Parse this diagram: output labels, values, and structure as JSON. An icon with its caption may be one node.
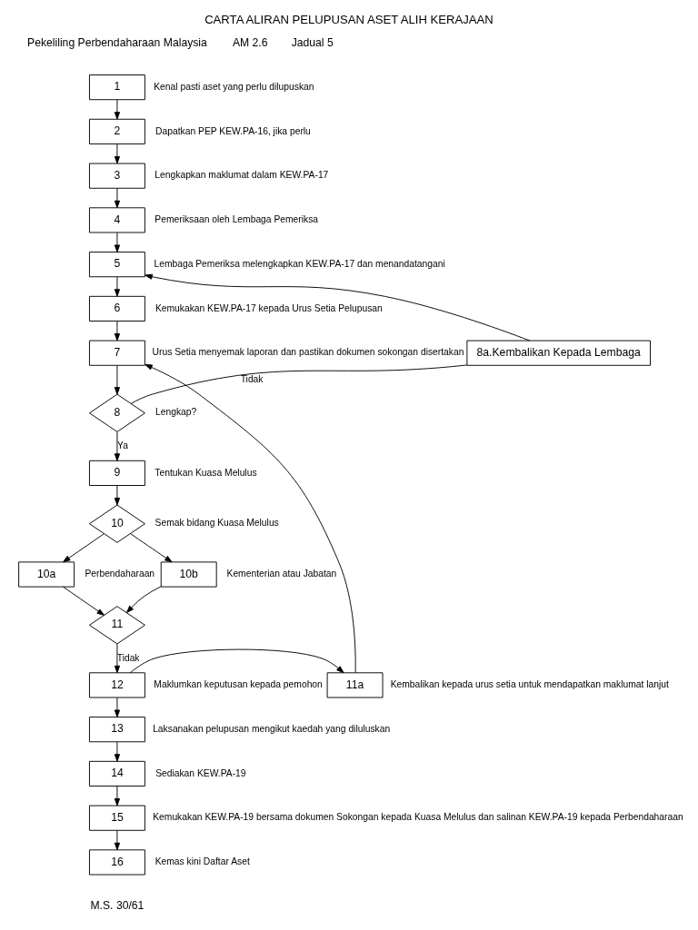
{
  "diagram": {
    "title": "CARTA ALIRAN PELUPUSAN ASET ALIH KERAJAAN",
    "nodes": [
      {
        "text": [
          "1"
        ],
        "beside": [
          "Kenal pasti aset yang perlu dilupuskan"
        ]
      },
      {
        "text": [
          "2"
        ],
        "beside": [
          "Dapatkan PEP KEW.PA-16, jika perlu"
        ]
      },
      {
        "text": [
          "3"
        ],
        "beside": [
          "Lengkapkan maklumat dalam KEW.PA-17"
        ]
      },
      {
        "text": [
          "4"
        ],
        "beside": [
          "Pemeriksaan oleh Lembaga Pemeriksa"
        ]
      },
      {
        "text": [
          "5"
        ],
        "beside": [
          "Lembaga Pemeriksa melengkapkan KEW.PA-17 dan menandatangani"
        ]
      },
      {
        "text": [
          "6"
        ],
        "beside": [
          "Kemukakan KEW.PA-17 kepada Urus Setia Pelupusan"
        ]
      },
      {
        "text": [
          "7"
        ],
        "beside": [
          "Urus Setia menyemak laporan dan pastikan dokumen sokongan disertakan"
        ]
      },
      {
        "text": [
          "8a.Kembalikan Kepada Lembaga"
        ]
      },
      {
        "text": [
          "8"
        ],
        "beside": [
          "Lengkap?"
        ]
      },
      {
        "text": [
          "9"
        ],
        "beside": [
          "Tentukan Kuasa Melulus"
        ]
      },
      {
        "text": [
          "10"
        ],
        "beside": [
          "Semak bidang Kuasa Melulus"
        ]
      },
      {
        "text": [
          "10a"
        ],
        "beside": [
          "Perbendaharaan"
        ]
      },
      {
        "text": [
          "10b"
        ],
        "beside": [
          "Kementerian atau Jabatan"
        ]
      },
      {
        "text": [
          "11"
        ]
      },
      {
        "text": [
          "11a"
        ],
        "beside": [
          "Kembalikan kepada urus setia untuk mendapatkan maklumat lanjut"
        ]
      },
      {
        "text": [
          "12"
        ],
        "beside": [
          "Maklumkan keputusan kepada pemohon"
        ]
      },
      {
        "text": [
          "13"
        ],
        "beside": [
          "Laksanakan pelupusan mengikut kaedah yang diluluskan"
        ]
      },
      {
        "text": [
          "14"
        ],
        "beside": [
          "Sediakan KEW.PA-19"
        ]
      },
      {
        "text": [
          "15"
        ],
        "beside": [
          "Kemukakan KEW.PA-19 bersama dokumen Sokongan kepada Kuasa Melulus dan salinan KEW.PA-19 kepada Perbendaharaan"
        ]
      },
      {
        "text": [
          "16"
        ],
        "beside": [
          "Kemas kini Daftar Aset"
        ]
      }
    ],
    "edges": [
      {
        "from": 0,
        "to": 1,
        "arrow": "to"
      },
      {
        "from": 1,
        "to": 2,
        "arrow": "to"
      },
      {
        "from": 2,
        "to": 3,
        "arrow": "to"
      },
      {
        "from": 3,
        "to": 4,
        "arrow": "to"
      },
      {
        "from": 4,
        "to": 5,
        "arrow": "to"
      },
      {
        "from": 5,
        "to": 6,
        "arrow": "to"
      },
      {
        "from": 6,
        "to": 8,
        "arrow": "to"
      },
      {
        "from": 8,
        "to": 7,
        "arrow": "none",
        "label": "Tidak"
      },
      {
        "from": 7,
        "to": 4,
        "arrow": "to"
      },
      {
        "from": 8,
        "to": 9,
        "arrow": "to",
        "label": "Ya"
      },
      {
        "from": 9,
        "to": 10,
        "arrow": "to"
      },
      {
        "from": 10,
        "to": 11,
        "arrow": "to"
      },
      {
        "from": 10,
        "to": 12,
        "arrow": "to"
      },
      {
        "from": 11,
        "to": 13,
        "arrow": "to"
      },
      {
        "from": 12,
        "to": 13,
        "arrow": "to"
      },
      {
        "from": 13,
        "to": 15,
        "arrow": "to",
        "label": "Tidak"
      },
      {
        "from": 15,
        "to": 14,
        "arrow": "to"
      },
      {
        "from": 14,
        "to": 6,
        "arrow": "to"
      },
      {
        "from": 15,
        "to": 16,
        "arrow": "to"
      },
      {
        "from": 16,
        "to": 17,
        "arrow": "to"
      },
      {
        "from": 17,
        "to": 18,
        "arrow": "to"
      },
      {
        "from": 18,
        "to": 19,
        "arrow": "to"
      }
    ],
    "labels": [
      "Pekeliling Perbendaharaan Malaysia",
      "AM 2.6",
      "Jadual 5",
      "M.S. 30/61"
    ]
  }
}
